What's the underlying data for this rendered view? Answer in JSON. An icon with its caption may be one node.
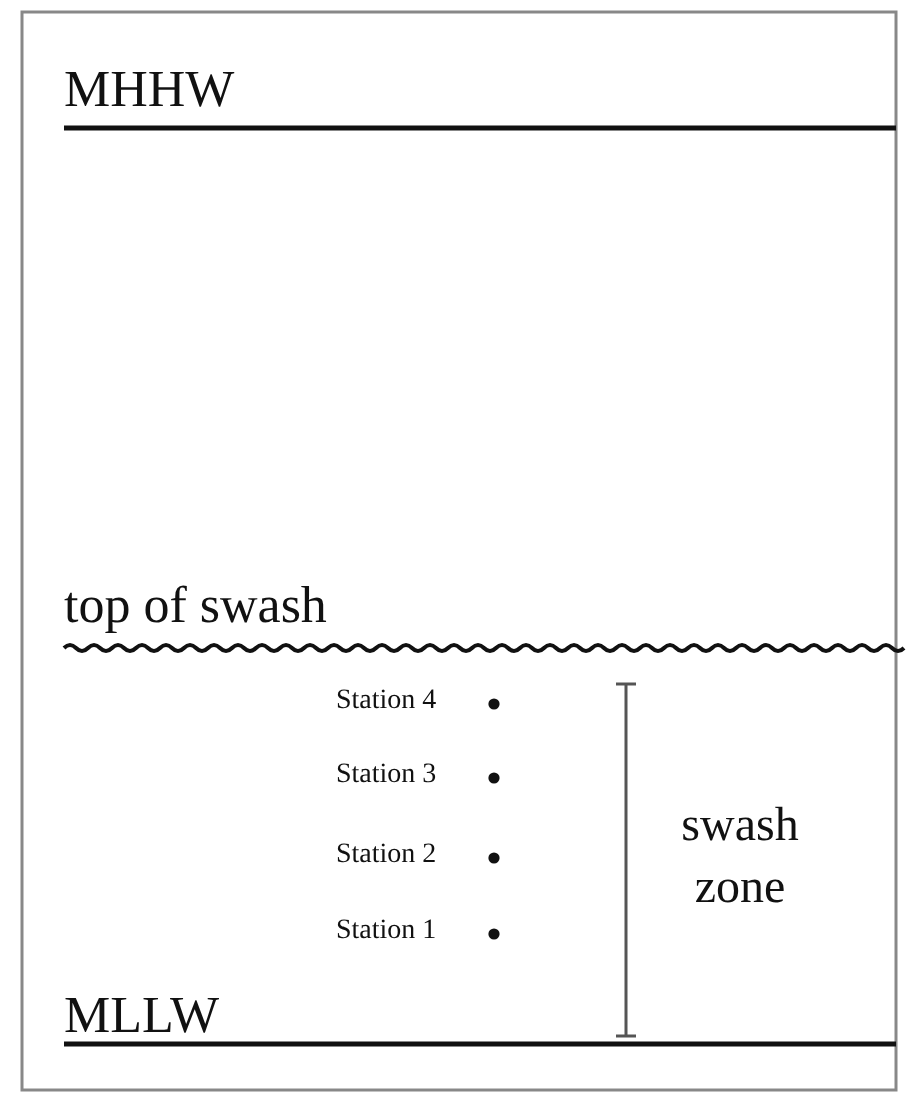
{
  "diagram": {
    "labels": [
      "MHHW",
      "top of swash",
      "Station 4",
      "Station 3",
      "Station 2",
      "Station 1",
      "swash zone",
      "MLLW"
    ]
  }
}
